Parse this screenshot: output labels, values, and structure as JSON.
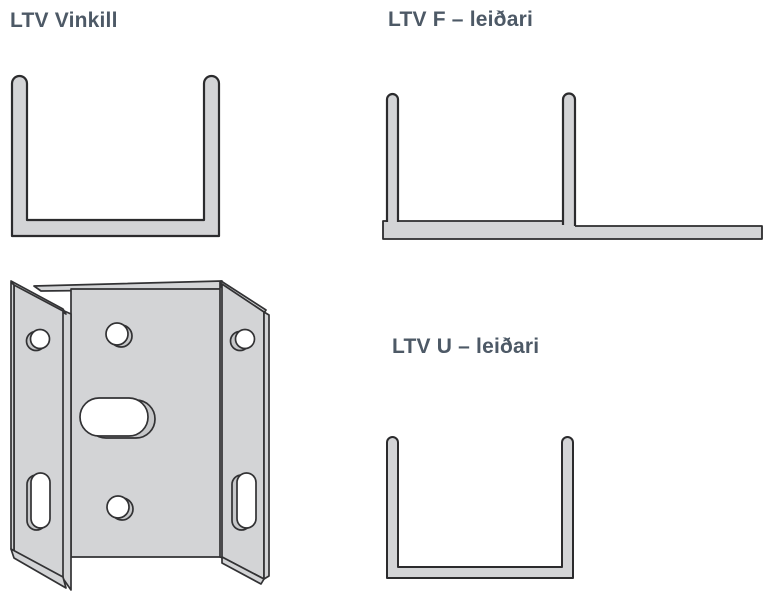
{
  "titles": {
    "vinkill": "LTV Vinkill",
    "f_leidari": "LTV F – leiðari",
    "u_leidari": "LTV U – leiðari"
  },
  "colors": {
    "page-bg": "#ffffff",
    "profile-fill": "#d3d4d6",
    "profile-stroke": "#2b2b2d",
    "bracket-stroke": "#323234",
    "bore-fill": "#c6c7c9",
    "hole-fill": "#ffffff",
    "title-color": "#4d5966"
  },
  "figures": {
    "vinkill_profile": "u-channel-cross-section",
    "f_profile": "f-rail-cross-section-two-prongs",
    "u_profile": "u-rail-cross-section",
    "bracket": "angle-bracket-isometric-with-holes"
  }
}
